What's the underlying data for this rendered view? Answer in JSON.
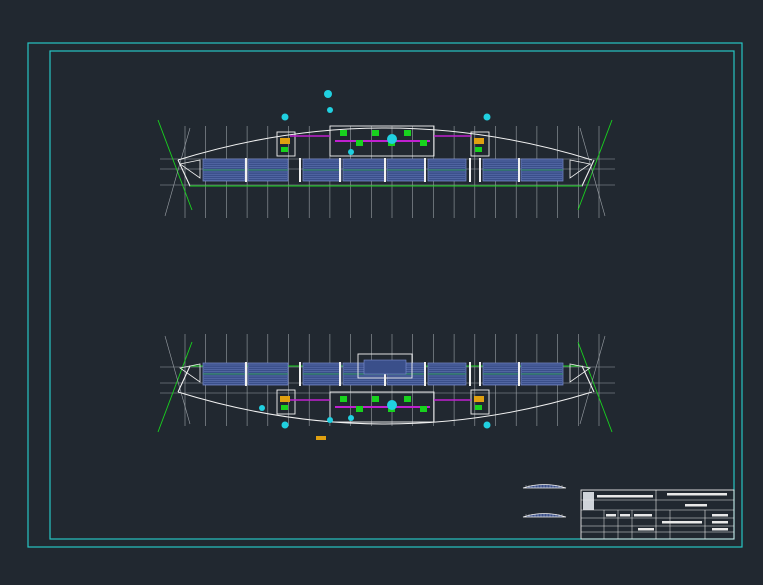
{
  "drawing": {
    "background": "#212830",
    "outer_frame_color": "#27c4c4",
    "inner_frame_color": "#27c4c4",
    "colors": {
      "grid": "#9aa0a6",
      "wall": "#f2f2f2",
      "green": "#18d21e",
      "blue_fill": "#3a4f8a",
      "blue_edge": "#7d8fd0",
      "magenta": "#c020d0",
      "cyan": "#20d0e0",
      "yellow": "#e0a010"
    },
    "plans": [
      {
        "name": "upper-floor-plan",
        "orientation": "arch-up"
      },
      {
        "name": "lower-floor-plan",
        "orientation": "arch-down"
      }
    ],
    "key_plans": [
      {
        "name": "key-plan-1"
      },
      {
        "name": "key-plan-2"
      }
    ],
    "title_block": {
      "line_color": "#e8e8e8"
    }
  }
}
